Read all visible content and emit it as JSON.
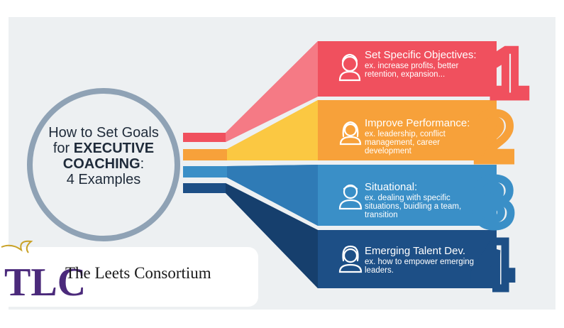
{
  "title": {
    "line1": "How to Set Goals",
    "line2_prefix": "for ",
    "line2_bold": "EXECUTIVE",
    "line3_bold": "COACHING",
    "line3_suffix": ":",
    "line4": "4 Examples"
  },
  "items": [
    {
      "number": "1",
      "title": "Set Specific Objectives:",
      "desc": "ex. increase profits, better retention, expansion...",
      "icon": "person-curly-hair-icon",
      "color": "#f0505e"
    },
    {
      "number": "2",
      "title": "Improve Performance:",
      "desc": "ex. leadership, conflict management, career development",
      "icon": "person-long-hair-icon",
      "color": "#f7a13a"
    },
    {
      "number": "3",
      "title": "Situational:",
      "desc": "ex. dealing with specific situations, buidling a team, transition",
      "icon": "person-man-icon",
      "color": "#3a8fc7"
    },
    {
      "number": "4",
      "title": "Emerging Talent Dev.",
      "desc": "ex. how to empower emerging leaders.",
      "icon": "person-woman-icon",
      "color": "#1d4f86"
    }
  ],
  "brand": {
    "monogram": "TLC",
    "name": "The Leets Consortium"
  }
}
